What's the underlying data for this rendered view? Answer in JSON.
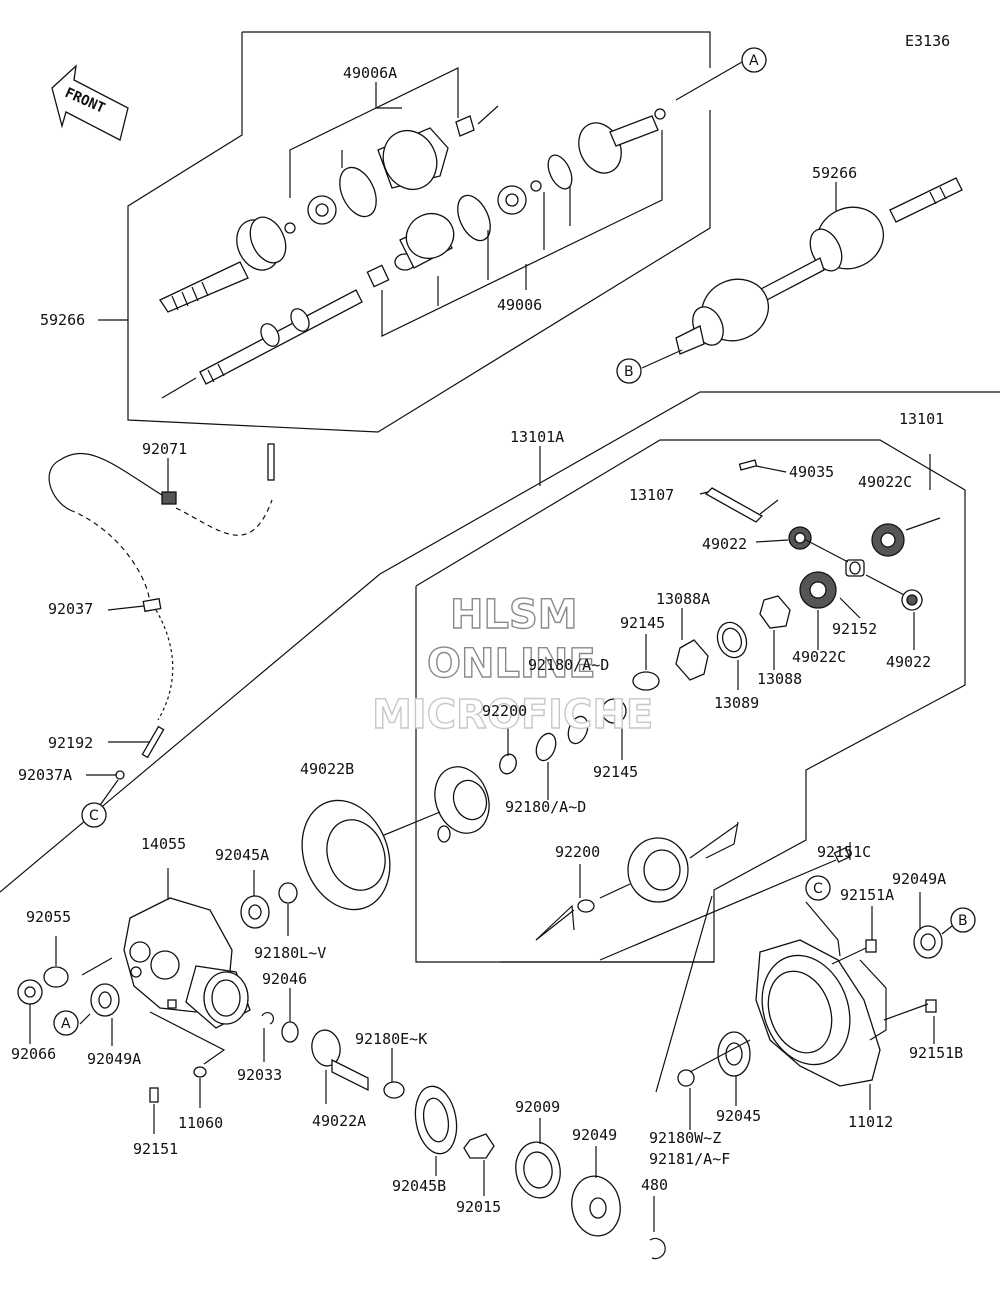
{
  "diagram_code": "E3136",
  "front_arrow": "FRONT",
  "watermark": {
    "line1": "HLSM",
    "line2": "ONLINE",
    "line3": "MICROFICHE"
  },
  "callouts": {
    "a": "A",
    "b": "B",
    "c": "C"
  },
  "parts": {
    "p49006A": "49006A",
    "p59266_left": "59266",
    "p49006": "49006",
    "p59266_right": "59266",
    "p13101A": "13101A",
    "p13101": "13101",
    "p92071": "92071",
    "p49035": "49035",
    "p13107": "13107",
    "p49022C_top": "49022C",
    "p49022_left": "49022",
    "p13088A": "13088A",
    "p92145_top": "92145",
    "p92180AD_top": "92180/A~D",
    "p92152": "92152",
    "p49022C_bottom": "49022C",
    "p49022_right": "49022",
    "p13088": "13088",
    "p13089": "13089",
    "p92200_top": "92200",
    "p92145_bottom": "92145",
    "p92180AD_bottom": "92180/A~D",
    "p92037": "92037",
    "p92192": "92192",
    "p92037A": "92037A",
    "p49022B": "49022B",
    "p92200_bottom": "92200",
    "p92151C": "92151C",
    "p14055": "14055",
    "p92045A": "92045A",
    "p92055": "92055",
    "p92180LV": "92180L~V",
    "p92151A": "92151A",
    "p92049A_right": "92049A",
    "p92046": "92046",
    "p92066": "92066",
    "p92049A_left": "92049A",
    "p92033": "92033",
    "p92180EK": "92180E~K",
    "p92151B": "92151B",
    "p11060": "11060",
    "p49022A": "49022A",
    "p92045": "92045",
    "p11012": "11012",
    "p92151": "92151",
    "p92009": "92009",
    "p92049": "92049",
    "p92180WZ": "92180W~Z",
    "p92181AF": "92181/A~F",
    "p480": "480",
    "p92045B": "92045B",
    "p92015": "92015"
  }
}
